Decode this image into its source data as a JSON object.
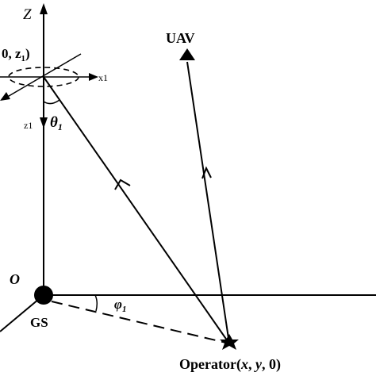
{
  "labels": {
    "z_axis": "Z",
    "top_coord": "0, z",
    "top_coord_sub": "1",
    "top_coord_close": ")",
    "x1_axis": "x1",
    "z1_axis": "z1",
    "theta": "θ",
    "theta_sub": "1",
    "origin": "O",
    "ground_station": "GS",
    "phi": "φ",
    "phi_sub": "1",
    "uav": "UAV",
    "operator_prefix": "Operator(",
    "operator_x": "x",
    "operator_sep1": ", ",
    "operator_y": "y",
    "operator_sep2": ", 0)"
  }
}
